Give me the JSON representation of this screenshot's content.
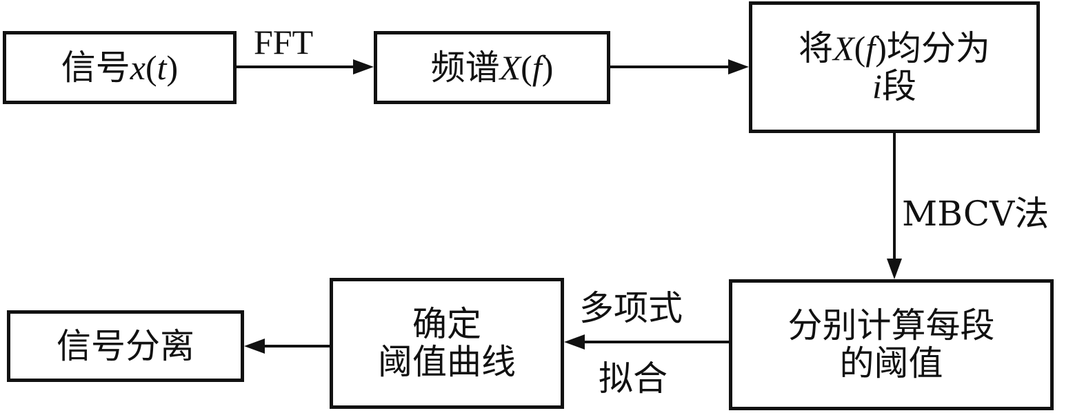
{
  "nodes": {
    "signal": {
      "prefix": "信号",
      "var": "x",
      "open": "(",
      "arg": "t",
      "close": ")"
    },
    "spectrum": {
      "prefix": "频谱",
      "var": "X",
      "open": "(",
      "arg": "f",
      "close": ")"
    },
    "divide": {
      "prefix": "将",
      "var": "X",
      "open": "(",
      "arg": "f",
      "close": ")",
      "suffix": "均分为",
      "line2_var": "i",
      "line2_suffix": "段"
    },
    "per_segment": {
      "line1": "分别计算每段",
      "line2": "的阈值"
    },
    "threshold_curve": {
      "line1": "确定",
      "line2": "阈值曲线"
    },
    "separation": {
      "text": "信号分离"
    }
  },
  "edges": {
    "fft": "FFT",
    "mbcv": "MBCV法",
    "fit_line1": "多项式",
    "fit_line2": "拟合"
  }
}
